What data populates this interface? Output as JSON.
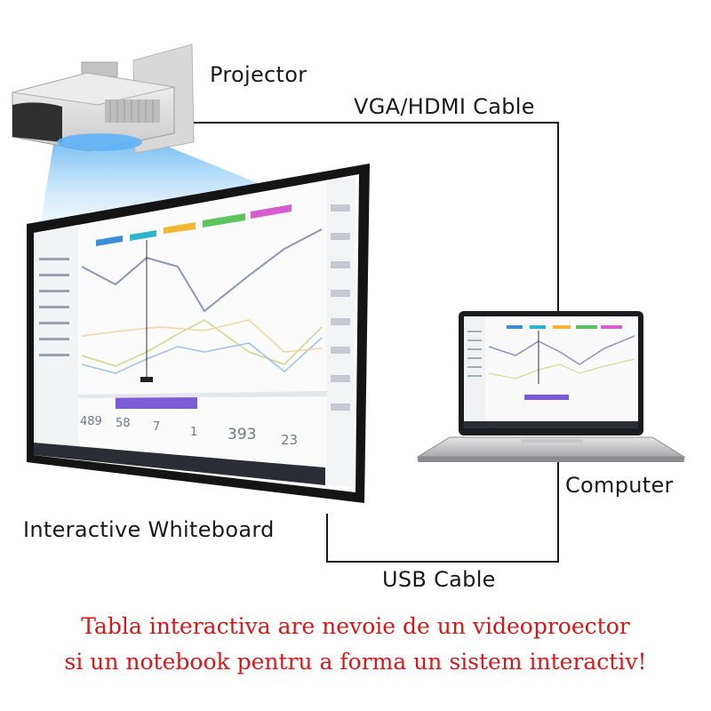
{
  "labels": {
    "projector": "Projector",
    "vga_hdmi_cable": "VGA/HDMI Cable",
    "computer": "Computer",
    "interactive_whiteboard": "Interactive Whiteboard",
    "usb_cable": "USB Cable"
  },
  "caption": {
    "line1": "Tabla interactiva are nevoie de un videoproector",
    "line2": "si un notebook pentru a forma un sistem interactiv!"
  },
  "screen": {
    "stats": [
      "489",
      "58",
      "7",
      "1",
      "393",
      "23"
    ]
  },
  "colors": {
    "caption": "#d81818",
    "cable": "#1a1a1a",
    "tab_blue": "#3b8fd9",
    "tab_cyan": "#2eb3cc",
    "tab_yellow": "#f2b632",
    "tab_green": "#5cc45c",
    "tab_pink": "#d65ccf",
    "slider": "#7b5cd6"
  }
}
